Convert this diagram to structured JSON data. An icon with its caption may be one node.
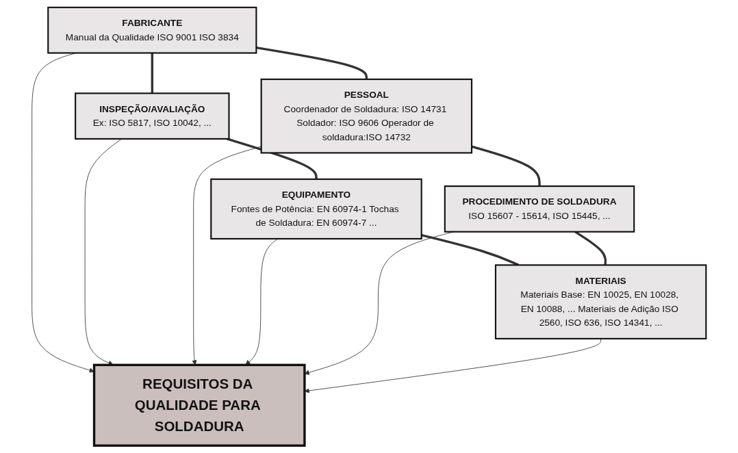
{
  "diagram": {
    "nodes": [
      {
        "text": [
          "FABRICANTE",
          "Manual da Qualidade ISO 9001 ISO 3834"
        ]
      },
      {
        "text": [
          "INSPEÇÃO/AVALIAÇÃO",
          "Ex: ISO 5817, ISO 10042, ..."
        ]
      },
      {
        "text": [
          "PESSOAL",
          "Coordenador de Soldadura: ISO 14731 Soldador: ISO 9606 Operador de soldadura:ISO 14732"
        ]
      },
      {
        "text": [
          "REQUISITOS DA QUALIDADE PARA SOLDADURA"
        ]
      },
      {
        "text": [
          "EQUIPAMENTO",
          "Fontes de Potência: EN 60974-1 Tochas de Soldadura: EN 60974-7 ..."
        ]
      },
      {
        "text": [
          "PROCEDIMENTO DE SOLDADURA",
          "ISO 15607 - 15614, ISO 15445, ..."
        ]
      },
      {
        "text": [
          "MATERIAIS",
          "Materiais Base: EN 10025, EN 10028, EN 10088, ... Materiais de Adição ISO 2560, ISO 636, ISO 14341, ..."
        ]
      }
    ],
    "edges": [
      {
        "from": 0,
        "to": 1,
        "arrow": "none",
        "style": "thick"
      },
      {
        "from": 0,
        "to": 2,
        "arrow": "none",
        "style": "thick"
      },
      {
        "from": 0,
        "to": 3,
        "arrow": "to"
      },
      {
        "from": 1,
        "to": 3,
        "arrow": "to"
      },
      {
        "from": 2,
        "to": 3,
        "arrow": "to"
      },
      {
        "from": 1,
        "to": 4,
        "arrow": "none",
        "style": "thick"
      },
      {
        "from": 2,
        "to": 5,
        "arrow": "none",
        "style": "thick"
      },
      {
        "from": 4,
        "to": 3,
        "arrow": "to"
      },
      {
        "from": 5,
        "to": 3,
        "arrow": "to"
      },
      {
        "from": 6,
        "to": 3,
        "arrow": "to"
      },
      {
        "from": 4,
        "to": 6,
        "arrow": "none",
        "style": "thick"
      },
      {
        "from": 5,
        "to": 6,
        "arrow": "none",
        "style": "thick"
      }
    ]
  }
}
